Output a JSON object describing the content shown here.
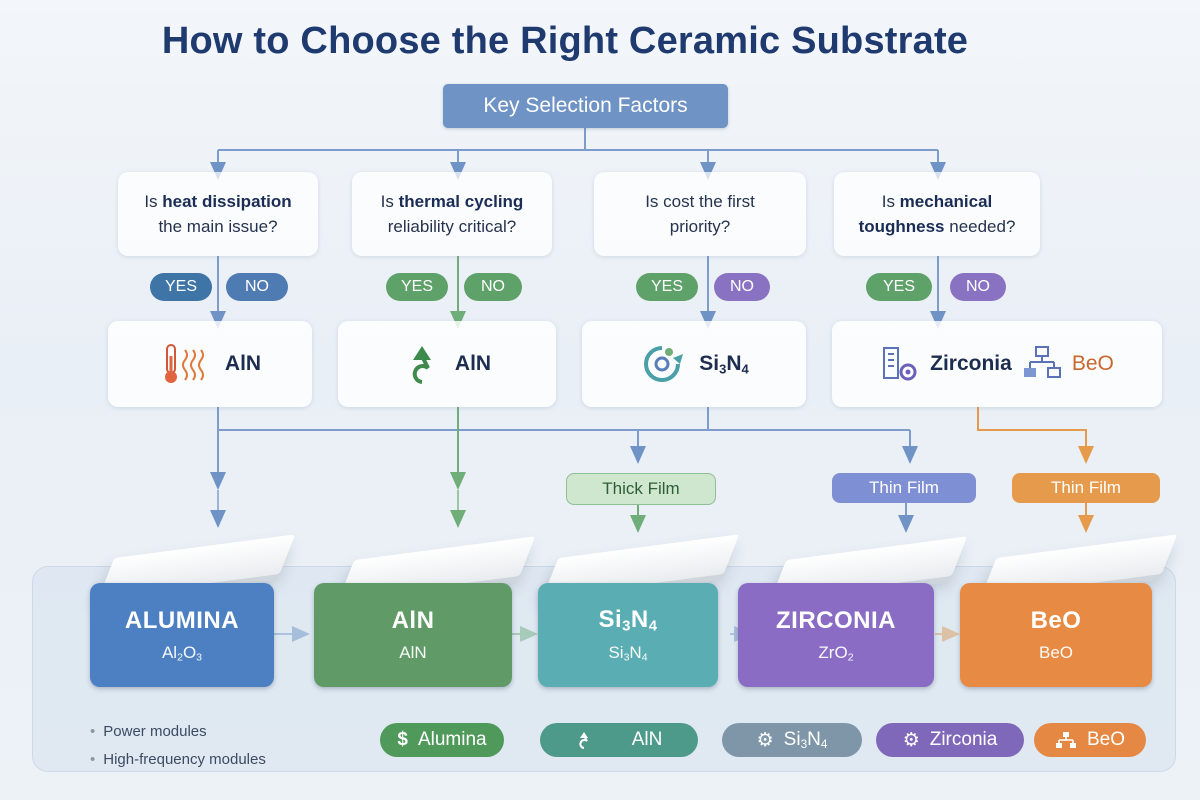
{
  "title": "How to Choose the Right Ceramic Substrate",
  "key_factors": "Key Selection Factors",
  "questions": [
    {
      "pre": "Is ",
      "bold": "heat dissipation",
      "line2": "the main issue?"
    },
    {
      "pre": "Is ",
      "bold": "thermal cycling",
      "line2": "reliability critical?"
    },
    {
      "pre": "Is cost the first",
      "bold": "",
      "line2": "priority?"
    },
    {
      "pre": "Is ",
      "bold": "mechanical",
      "line2b": "toughness",
      "line2": " needed?"
    }
  ],
  "yes_label": "YES",
  "no_label": "NO",
  "results": {
    "r1": "AlN",
    "r2": "AlN",
    "r3_base": "Si",
    "r3_sub1": "3",
    "r3_mid": "N",
    "r3_sub2": "4",
    "r4a": "Zirconia",
    "r4b": "BeO"
  },
  "films": [
    "Thick Film",
    "Thin Film",
    "Thin Film"
  ],
  "materials": [
    {
      "name": "ALUMINA",
      "formula_a": "Al",
      "formula_s1": "2",
      "formula_b": "O",
      "formula_s2": "3"
    },
    {
      "name": "AlN",
      "formula": "AlN"
    },
    {
      "name_a": "Si",
      "name_s1": "3",
      "name_b": "N",
      "name_s2": "4",
      "formula_a": "Si",
      "formula_s1": "3",
      "formula_b": "N",
      "formula_s2": "4"
    },
    {
      "name": "ZIRCONIA",
      "formula_a": "ZrO",
      "formula_s1": "2"
    },
    {
      "name": "BeO",
      "formula": "BeO"
    }
  ],
  "applications": [
    "Power modules",
    "High-frequency modules"
  ],
  "chips": {
    "alumina": "Alumina",
    "aln": "AlN",
    "si_a": "Si",
    "si_s1": "3",
    "si_b": "N",
    "si_s2": "4",
    "zirconia": "Zirconia",
    "beo": "BeO"
  },
  "colors": {
    "alumina": "#4d7fc3",
    "aln": "#5f9a67",
    "si3n4": "#5aaeb3",
    "zirconia": "#8a6cc4",
    "beo": "#e78a43",
    "connector_blue": "#6f93c4"
  },
  "icons": {
    "q1": "thermometer-heat-icon",
    "q2": "cycle-arrow-icon",
    "q3": "recycle-gear-icon",
    "q4a": "process-gear-icon",
    "q4b": "hierarchy-icon"
  }
}
